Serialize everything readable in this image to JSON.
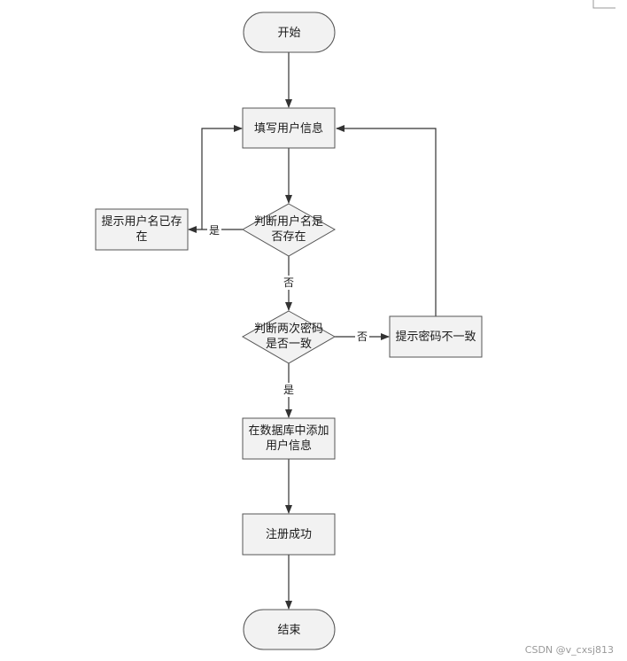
{
  "nodes": {
    "start": "开始",
    "fill_info": "填写用户信息",
    "check_username": [
      "判断用户名是",
      "否存在"
    ],
    "username_exists": [
      "提示用户名已存",
      "在"
    ],
    "check_passwords": [
      "判断两次密码",
      "是否一致"
    ],
    "password_mismatch": "提示密码不一致",
    "add_to_db": [
      "在数据库中添加",
      "用户信息"
    ],
    "register_success": "注册成功",
    "end": "结束"
  },
  "edge_labels": {
    "username_yes": "是",
    "username_no": "否",
    "password_no": "否",
    "password_yes": "是"
  },
  "watermark": "CSDN @v_cxsj813",
  "colors": {
    "node_fill": "#f2f2f2",
    "node_stroke": "#555555",
    "line": "#333333"
  }
}
